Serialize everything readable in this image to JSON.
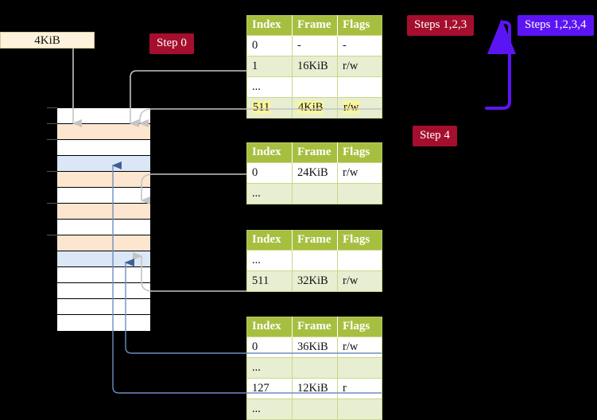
{
  "badges": {
    "step0": "Step 0",
    "steps123": "Steps 1,2,3",
    "steps1234": "Steps 1,2,3,4",
    "step4": "Step 4"
  },
  "labels": {
    "frame_size": "4KiB"
  },
  "colors": {
    "badge_red": "#a50f2d",
    "badge_blue": "#5b15f5",
    "table_header": "#a6bf3f",
    "table_alt_row": "#e8eed2",
    "highlight": "#faf69a",
    "memory_orange": "#fce6d0",
    "memory_blue": "#dbe7f7",
    "arrow_grey": "#bfbfbf",
    "arrow_blue": "#6d8ec0",
    "label_box": "#fdf3dc"
  },
  "tables": [
    {
      "name": "level-4-table",
      "columns": [
        "Index",
        "Frame",
        "Flags"
      ],
      "rows": [
        {
          "style": "plain",
          "cells": [
            "0",
            "-",
            "-"
          ],
          "highlight": false
        },
        {
          "style": "alt",
          "cells": [
            "1",
            "16KiB",
            "r/w"
          ],
          "highlight": false
        },
        {
          "style": "plain",
          "cells": [
            "...",
            "",
            ""
          ],
          "highlight": false
        },
        {
          "style": "alt",
          "cells": [
            "511",
            "4KiB",
            "r/w"
          ],
          "highlight": true
        }
      ]
    },
    {
      "name": "level-3-table",
      "columns": [
        "Index",
        "Frame",
        "Flags"
      ],
      "rows": [
        {
          "style": "plain",
          "cells": [
            "0",
            "24KiB",
            "r/w"
          ],
          "highlight": false
        },
        {
          "style": "alt",
          "cells": [
            "...",
            "",
            ""
          ],
          "highlight": false
        }
      ]
    },
    {
      "name": "level-2-table",
      "columns": [
        "Index",
        "Frame",
        "Flags"
      ],
      "rows": [
        {
          "style": "plain",
          "cells": [
            "...",
            "",
            ""
          ],
          "highlight": false
        },
        {
          "style": "alt",
          "cells": [
            "511",
            "32KiB",
            "r/w"
          ],
          "highlight": false
        }
      ]
    },
    {
      "name": "level-1-table",
      "columns": [
        "Index",
        "Frame",
        "Flags"
      ],
      "rows": [
        {
          "style": "plain",
          "cells": [
            "0",
            "36KiB",
            "r/w"
          ],
          "highlight": false
        },
        {
          "style": "alt",
          "cells": [
            "...",
            "",
            ""
          ],
          "highlight": false
        },
        {
          "style": "plain",
          "cells": [
            "127",
            "12KiB",
            "r"
          ],
          "highlight": false
        },
        {
          "style": "alt",
          "cells": [
            "...",
            "",
            ""
          ],
          "highlight": false
        }
      ]
    }
  ],
  "memory": {
    "name": "physical-memory-column",
    "rows": [
      {
        "fill": "white"
      },
      {
        "fill": "orange"
      },
      {
        "fill": "white"
      },
      {
        "fill": "blue"
      },
      {
        "fill": "orange"
      },
      {
        "fill": "white"
      },
      {
        "fill": "orange"
      },
      {
        "fill": "white"
      },
      {
        "fill": "orange"
      },
      {
        "fill": "blue"
      },
      {
        "fill": "white"
      },
      {
        "fill": "white"
      },
      {
        "fill": "white"
      },
      {
        "fill": "white"
      }
    ],
    "tick_rows": [
      0,
      1,
      2,
      4,
      6,
      8
    ]
  }
}
